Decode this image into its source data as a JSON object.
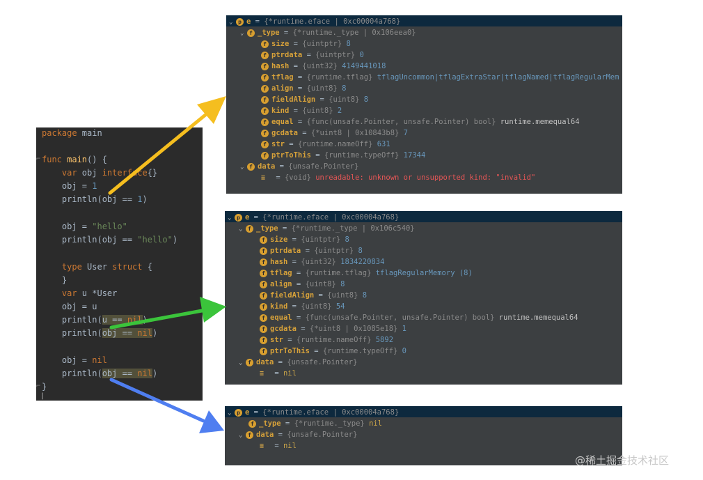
{
  "code": {
    "l1": {
      "kw": "package",
      "rest": " main"
    },
    "l3": {
      "kw": "func",
      "fn": " main",
      "rest": "() {"
    },
    "l4": {
      "kw1": "    var",
      "mid": " obj ",
      "kw2": "interface",
      "rest": "{}"
    },
    "l5": {
      "text": "    obj = ",
      "num": "1"
    },
    "l6": {
      "a": "    println(",
      "b": "obj == ",
      "num": "1",
      "c": ")"
    },
    "l8": {
      "text": "    obj = ",
      "str": "\"hello\""
    },
    "l9": {
      "a": "    println(",
      "b": "obj == ",
      "str": "\"hello\"",
      "c": ")"
    },
    "l11": {
      "kw": "    type",
      "rest": " User ",
      "kw2": "struct",
      "rest2": " {"
    },
    "l12": {
      "text": "    }"
    },
    "l13": {
      "kw": "    var",
      "rest": " u *User"
    },
    "l14": {
      "text": "    obj = u"
    },
    "l15": {
      "a": "    println(",
      "hl1": "u == ",
      "kw": "nil",
      "c": ")"
    },
    "l16": {
      "a": "    println(",
      "hl1": "obj == ",
      "kw": "nil",
      "c": ")"
    },
    "l18": {
      "text": "    obj = ",
      "kw": "nil"
    },
    "l19": {
      "a": "    println(",
      "hl1": "obj == ",
      "kw": "nil",
      "c": ")"
    },
    "l20": {
      "text": "}"
    }
  },
  "panels": {
    "p1": {
      "header": {
        "name": "e",
        "type": "{*runtime.eface | 0xc00004a768}"
      },
      "rows": [
        {
          "name": "_type",
          "type": "{*runtime._type | 0x106eea0}",
          "val": ""
        },
        {
          "name": "size",
          "type": "{uintptr}",
          "val": "8"
        },
        {
          "name": "ptrdata",
          "type": "{uintptr}",
          "val": "0"
        },
        {
          "name": "hash",
          "type": "{uint32}",
          "val": "4149441018"
        },
        {
          "name": "tflag",
          "type": "{runtime.tflag}",
          "val": "tflagUncommon|tflagExtraStar|tflagNamed|tflagRegularMem"
        },
        {
          "name": "align",
          "type": "{uint8}",
          "val": "8"
        },
        {
          "name": "fieldAlign",
          "type": "{uint8}",
          "val": "8"
        },
        {
          "name": "kind",
          "type": "{uint8}",
          "val": "2"
        },
        {
          "name": "equal",
          "type": "{func(unsafe.Pointer, unsafe.Pointer) bool}",
          "val": "runtime.memequal64"
        },
        {
          "name": "gcdata",
          "type": "{*uint8 | 0x10843b8}",
          "val": "7"
        },
        {
          "name": "str",
          "type": "{runtime.nameOff}",
          "val": "631"
        },
        {
          "name": "ptrToThis",
          "type": "{runtime.typeOff}",
          "val": "17344"
        },
        {
          "name": "data",
          "type": "{unsafe.Pointer}",
          "val": ""
        },
        {
          "name": "",
          "type": "{void}",
          "val": "unreadable: unknown or unsupported kind: \"invalid\""
        }
      ]
    },
    "p2": {
      "header": {
        "name": "e",
        "type": "{*runtime.eface | 0xc00004a768}"
      },
      "rows": [
        {
          "name": "_type",
          "type": "{*runtime._type | 0x106c540}",
          "val": ""
        },
        {
          "name": "size",
          "type": "{uintptr}",
          "val": "8"
        },
        {
          "name": "ptrdata",
          "type": "{uintptr}",
          "val": "8"
        },
        {
          "name": "hash",
          "type": "{uint32}",
          "val": "1834220834"
        },
        {
          "name": "tflag",
          "type": "{runtime.tflag}",
          "val": "tflagRegularMemory (8)"
        },
        {
          "name": "align",
          "type": "{uint8}",
          "val": "8"
        },
        {
          "name": "fieldAlign",
          "type": "{uint8}",
          "val": "8"
        },
        {
          "name": "kind",
          "type": "{uint8}",
          "val": "54"
        },
        {
          "name": "equal",
          "type": "{func(unsafe.Pointer, unsafe.Pointer) bool}",
          "val": "runtime.memequal64"
        },
        {
          "name": "gcdata",
          "type": "{*uint8 | 0x1085e18}",
          "val": "1"
        },
        {
          "name": "str",
          "type": "{runtime.nameOff}",
          "val": "5892"
        },
        {
          "name": "ptrToThis",
          "type": "{runtime.typeOff}",
          "val": "0"
        },
        {
          "name": "data",
          "type": "{unsafe.Pointer}",
          "val": ""
        },
        {
          "name": "",
          "type": "",
          "val": "nil"
        }
      ]
    },
    "p3": {
      "header": {
        "name": "e",
        "type": "{*runtime.eface | 0xc00004a768}"
      },
      "rows": [
        {
          "name": "_type",
          "type": "{*runtime._type}",
          "val": "nil"
        },
        {
          "name": "data",
          "type": "{unsafe.Pointer}",
          "val": ""
        },
        {
          "name": "",
          "type": "",
          "val": "nil"
        }
      ]
    }
  },
  "eq_sign": " = ",
  "watermark": "@稀土掘金技术社区",
  "colors": {
    "arrow1": "#f5be1f",
    "arrow2": "#3bc43b",
    "arrow3": "#4f7ef0"
  }
}
